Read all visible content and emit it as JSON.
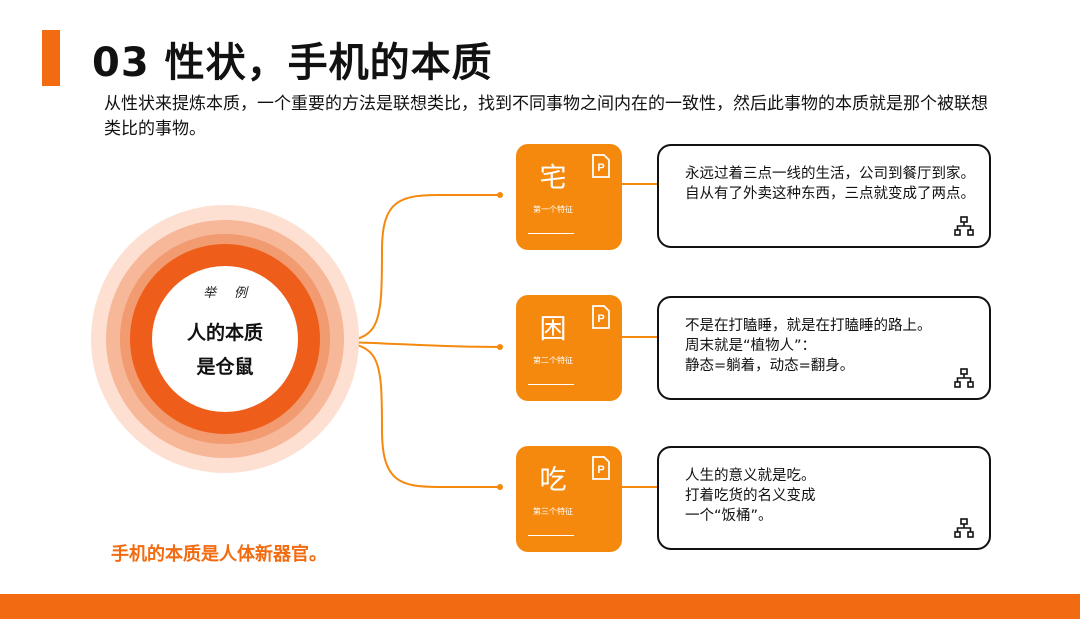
{
  "header": {
    "title": "03 性状，手机的本质",
    "subtitle": "从性状来提炼本质，一个重要的方法是联想类比，找到不同事物之间内在的一致性，然后此事物的本质就是那个被联想类比的事物。"
  },
  "center": {
    "small_label": "举例",
    "line1": "人的本质",
    "line2": "是仓鼠"
  },
  "features": [
    {
      "char": "宅",
      "sub": "第一个特征",
      "icon": "document-p-icon"
    },
    {
      "char": "困",
      "sub": "第二个特征",
      "icon": "document-p-icon"
    },
    {
      "char": "吃",
      "sub": "第三个特征",
      "icon": "document-p-icon"
    }
  ],
  "cards": [
    {
      "text": "永远过着三点一线的生活，公司到餐厅到家。自从有了外卖这种东西，三点就变成了两点。",
      "icon": "hierarchy-icon"
    },
    {
      "text": "不是在打瞌睡，就是在打瞌睡的路上。\n周末就是“植物人”：\n静态=躺着，动态=翻身。",
      "icon": "hierarchy-icon"
    },
    {
      "text": "人生的意义就是吃。\n打着吃货的名义变成\n一个“饭桶”。",
      "icon": "hierarchy-icon"
    }
  ],
  "conclusion": "手机的本质是人体新器官。",
  "colors": {
    "accent": "#f26b10",
    "feature_box": "#f5890e",
    "ring_light": "#fde0d1",
    "ring_mid": "#f7b799",
    "ring_dark": "#ee5e1a"
  }
}
